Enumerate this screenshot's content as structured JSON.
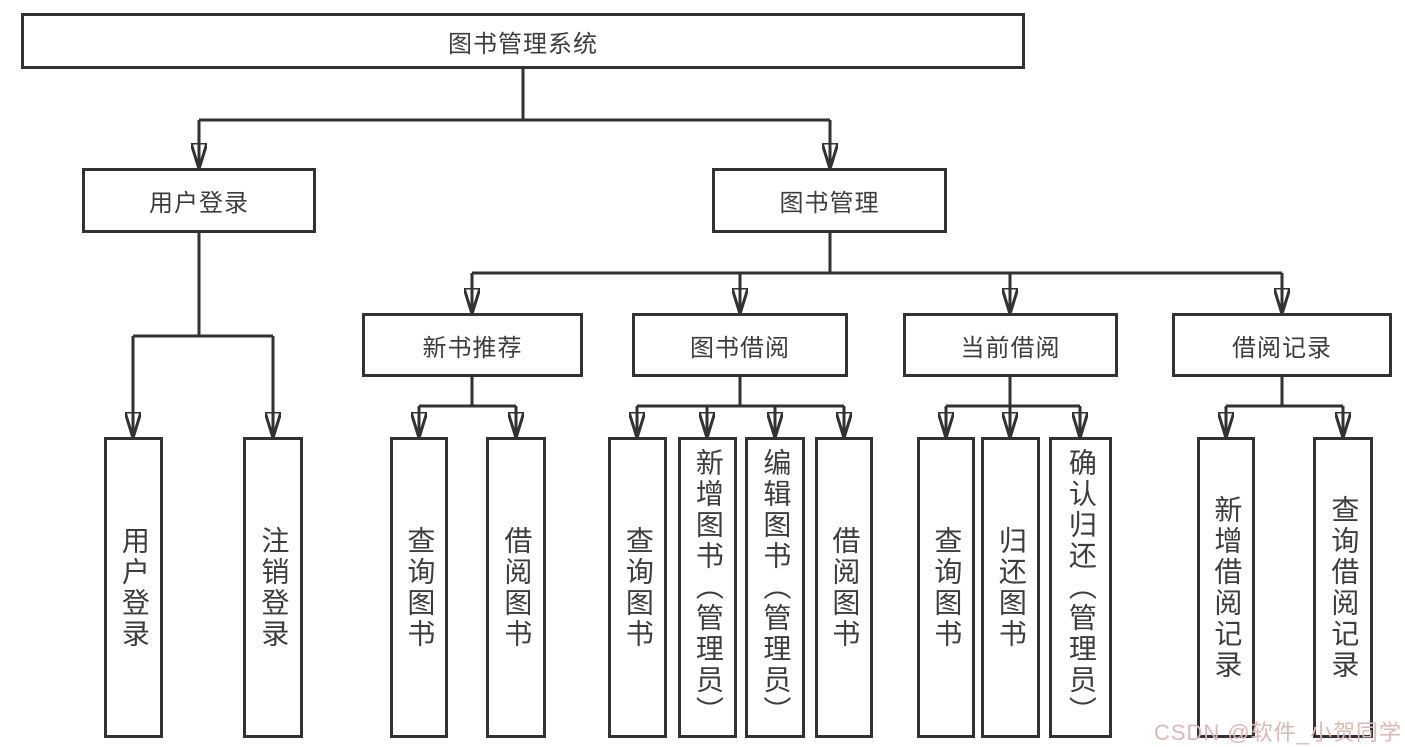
{
  "diagram": {
    "root": {
      "label": "图书管理系统"
    },
    "branches": [
      {
        "label": "用户登录",
        "children": [
          {
            "label": "用户登录"
          },
          {
            "label": "注销登录"
          }
        ]
      },
      {
        "label": "图书管理",
        "children": [
          {
            "label": "新书推荐",
            "children": [
              {
                "label": "查询图书"
              },
              {
                "label": "借阅图书"
              }
            ]
          },
          {
            "label": "图书借阅",
            "children": [
              {
                "label": "查询图书"
              },
              {
                "label": "新增图书（管理员）"
              },
              {
                "label": "编辑图书（管理员）"
              },
              {
                "label": "借阅图书"
              }
            ]
          },
          {
            "label": "当前借阅",
            "children": [
              {
                "label": "查询图书"
              },
              {
                "label": "归还图书"
              },
              {
                "label": "确认归还（管理员）"
              }
            ]
          },
          {
            "label": "借阅记录",
            "children": [
              {
                "label": "新增借阅记录"
              },
              {
                "label": "查询借阅记录"
              }
            ]
          }
        ]
      }
    ]
  },
  "watermark": {
    "text": "CSDN @软件_小贺同学",
    "color": "#dcb8b4"
  },
  "colors": {
    "line": "#323232",
    "text": "#3d3d3d",
    "background": "#ffffff"
  }
}
